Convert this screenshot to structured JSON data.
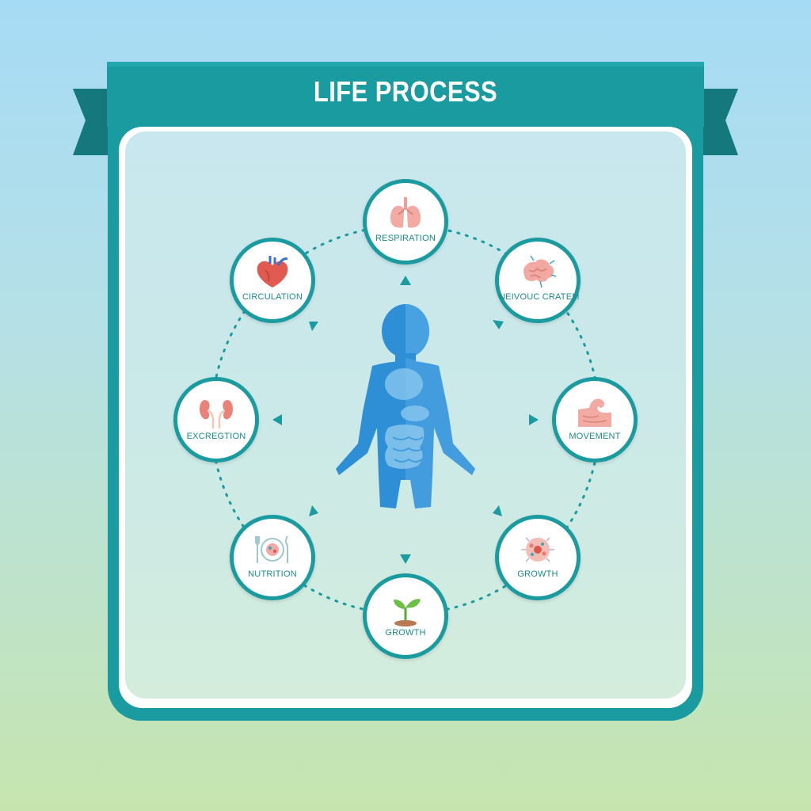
{
  "title": "LIFE PROCESS",
  "colors": {
    "teal": "#1a9b9f",
    "teal_dark": "#14787c",
    "figure_blue": "#2e8fd6",
    "panel_bg": "#cfe9ec"
  },
  "nodes": [
    {
      "id": "respiration",
      "label": "RESPIRATION",
      "icon": "lungs-icon"
    },
    {
      "id": "nervous",
      "label": "NEIVOUC CRATEM",
      "icon": "brain-icon"
    },
    {
      "id": "movement",
      "label": "MOVEMENT",
      "icon": "muscle-icon"
    },
    {
      "id": "growth-cell",
      "label": "GROWTH",
      "icon": "cell-icon"
    },
    {
      "id": "growth-plant",
      "label": "GROWTH",
      "icon": "sprout-icon"
    },
    {
      "id": "nutrition",
      "label": "NUTRITION",
      "icon": "plate-icon"
    },
    {
      "id": "excretion",
      "label": "EXCREGTION",
      "icon": "kidneys-icon"
    },
    {
      "id": "circulation",
      "label": "CIRCULATION",
      "icon": "heart-icon"
    }
  ]
}
